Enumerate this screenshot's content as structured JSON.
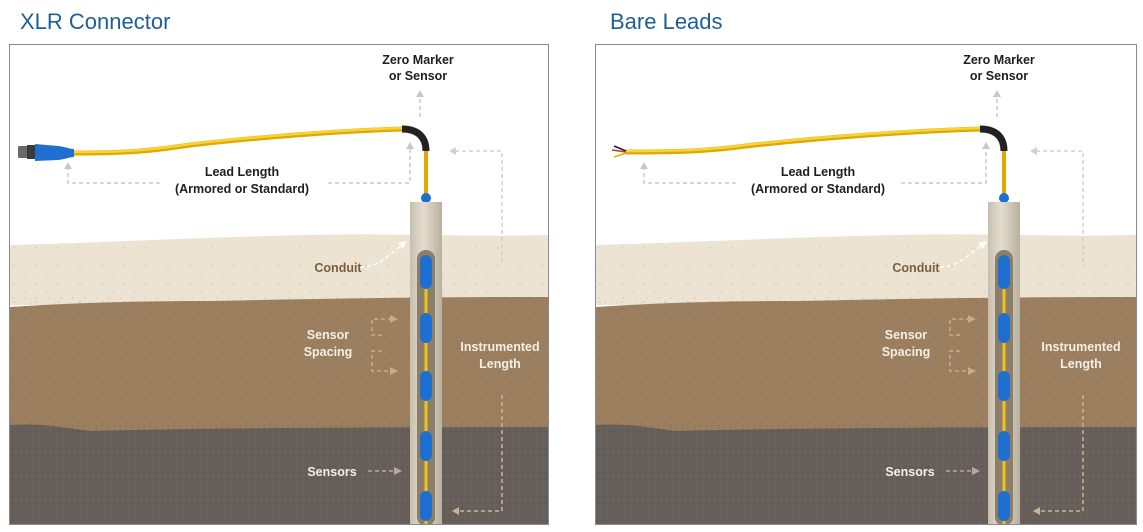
{
  "panels": [
    {
      "title": "XLR Connector",
      "connector_type": "xlr-connector",
      "labels": {
        "zero_marker_line1": "Zero Marker",
        "zero_marker_line2": "or Sensor",
        "lead_length_line1": "Lead Length",
        "lead_length_line2": "(Armored or Standard)",
        "conduit": "Conduit",
        "sensor_spacing_line1": "Sensor",
        "sensor_spacing_line2": "Spacing",
        "instrumented_line1": "Instrumented",
        "instrumented_line2": "Length",
        "sensors": "Sensors"
      }
    },
    {
      "title": "Bare Leads",
      "connector_type": "bare-leads",
      "labels": {
        "zero_marker_line1": "Zero Marker",
        "zero_marker_line2": "or Sensor",
        "lead_length_line1": "Lead Length",
        "lead_length_line2": "(Armored or Standard)",
        "conduit": "Conduit",
        "sensor_spacing_line1": "Sensor",
        "sensor_spacing_line2": "Spacing",
        "instrumented_line1": "Instrumented",
        "instrumented_line2": "Length",
        "sensors": "Sensors"
      }
    }
  ],
  "colors": {
    "title": "#1f5f99",
    "cable": "#f2c21b",
    "sensor": "#1f6fd0",
    "bend_boot": "#222222",
    "conduit": "#d9d2c3",
    "soil_top": "#ece3d3",
    "soil_mid": "#9b7f5f",
    "soil_bottom": "#67605a"
  },
  "sensor_count_visible": 5
}
